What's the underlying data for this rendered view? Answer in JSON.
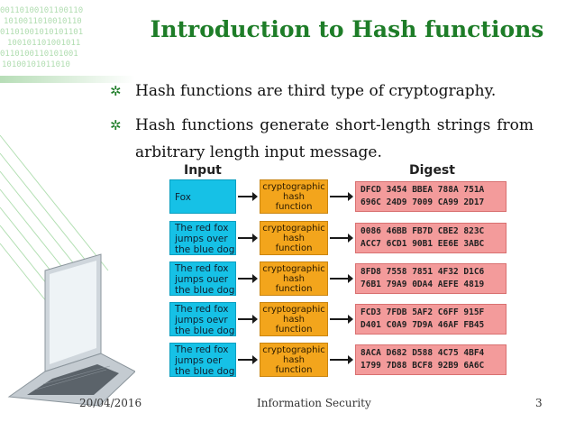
{
  "slide": {
    "title": "Introduction to Hash functions",
    "bullets": [
      "Hash functions are third type of cryptography.",
      "Hash functions generate short-length strings from arbitrary length input message."
    ]
  },
  "diagram": {
    "input_header": "Input",
    "digest_header": "Digest",
    "function_label": [
      "cryptographic",
      "hash",
      "function"
    ],
    "rows": [
      {
        "input": [
          "Fox"
        ],
        "digest": [
          "DFCD 3454 BBEA 788A 751A",
          "696C 24D9 7009 CA99 2D17"
        ]
      },
      {
        "input": [
          "The red fox",
          "jumps over",
          "the blue dog"
        ],
        "digest": [
          "0086 46BB FB7D CBE2 823C",
          "ACC7 6CD1 90B1 EE6E 3ABC"
        ]
      },
      {
        "input": [
          "The red fox",
          "jumps ouer",
          "the blue dog"
        ],
        "digest": [
          "8FD8 7558 7851 4F32 D1C6",
          "76B1 79A9 0DA4 AEFE 4819"
        ]
      },
      {
        "input": [
          "The red fox",
          "jumps oevr",
          "the blue dog"
        ],
        "digest": [
          "FCD3 7FDB 5AF2 C6FF 915F",
          "D401 C0A9 7D9A 46AF FB45"
        ]
      },
      {
        "input": [
          "The red fox",
          "jumps oer",
          "the blue dog"
        ],
        "digest": [
          "8ACA D682 D588 4C75 4BF4",
          "1799 7D88 BCF8 92B9 6A6C"
        ]
      }
    ]
  },
  "footer": {
    "date": "20/04/2016",
    "center": "Information Security",
    "page": "3"
  },
  "colors": {
    "title": "#1e7d28",
    "input_box": "#16c1e6",
    "function_box": "#f3a51c",
    "digest_box": "#f39b9b"
  }
}
